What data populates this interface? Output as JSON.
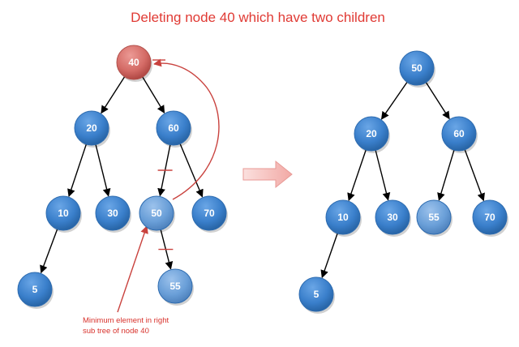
{
  "title": "Deleting node 40 which have two children",
  "annotation": {
    "lines": [
      "Minimum element in right",
      "sub tree of node 40"
    ]
  },
  "colors": {
    "title": "#e03a34",
    "node_fill": "#3a7fcb",
    "node_light_fill": "#6a9fd8",
    "deleted_fill": "#d46b66",
    "edge": "#000000",
    "annotation_arrow": "#c9423e",
    "transition_arrow": "#f2b3b0"
  },
  "before_tree": {
    "nodes": [
      {
        "id": "b40",
        "label": "40",
        "style": "deleted"
      },
      {
        "id": "b20",
        "label": "20",
        "style": "normal"
      },
      {
        "id": "b60",
        "label": "60",
        "style": "normal"
      },
      {
        "id": "b10",
        "label": "10",
        "style": "normal"
      },
      {
        "id": "b30",
        "label": "30",
        "style": "normal"
      },
      {
        "id": "b50",
        "label": "50",
        "style": "light"
      },
      {
        "id": "b70",
        "label": "70",
        "style": "normal"
      },
      {
        "id": "b5",
        "label": "5",
        "style": "normal"
      },
      {
        "id": "b55",
        "label": "55",
        "style": "light"
      }
    ],
    "edges": [
      {
        "from": "b40",
        "to": "b20",
        "cut": false
      },
      {
        "from": "b40",
        "to": "b60",
        "cut": false
      },
      {
        "from": "b20",
        "to": "b10",
        "cut": false
      },
      {
        "from": "b20",
        "to": "b30",
        "cut": false
      },
      {
        "from": "b60",
        "to": "b50",
        "cut": true
      },
      {
        "from": "b60",
        "to": "b70",
        "cut": false
      },
      {
        "from": "b10",
        "to": "b5",
        "cut": false
      },
      {
        "from": "b50",
        "to": "b55",
        "cut": true
      }
    ]
  },
  "after_tree": {
    "nodes": [
      {
        "id": "a50",
        "label": "50",
        "style": "normal"
      },
      {
        "id": "a20",
        "label": "20",
        "style": "normal"
      },
      {
        "id": "a60",
        "label": "60",
        "style": "normal"
      },
      {
        "id": "a10",
        "label": "10",
        "style": "normal"
      },
      {
        "id": "a30",
        "label": "30",
        "style": "normal"
      },
      {
        "id": "a55",
        "label": "55",
        "style": "light"
      },
      {
        "id": "a70",
        "label": "70",
        "style": "normal"
      },
      {
        "id": "a5",
        "label": "5",
        "style": "normal"
      }
    ],
    "edges": [
      {
        "from": "a50",
        "to": "a20",
        "cut": false
      },
      {
        "from": "a50",
        "to": "a60",
        "cut": false
      },
      {
        "from": "a20",
        "to": "a10",
        "cut": false
      },
      {
        "from": "a20",
        "to": "a30",
        "cut": false
      },
      {
        "from": "a60",
        "to": "a55",
        "cut": false
      },
      {
        "from": "a60",
        "to": "a70",
        "cut": false
      },
      {
        "from": "a10",
        "to": "a5",
        "cut": false
      }
    ]
  }
}
